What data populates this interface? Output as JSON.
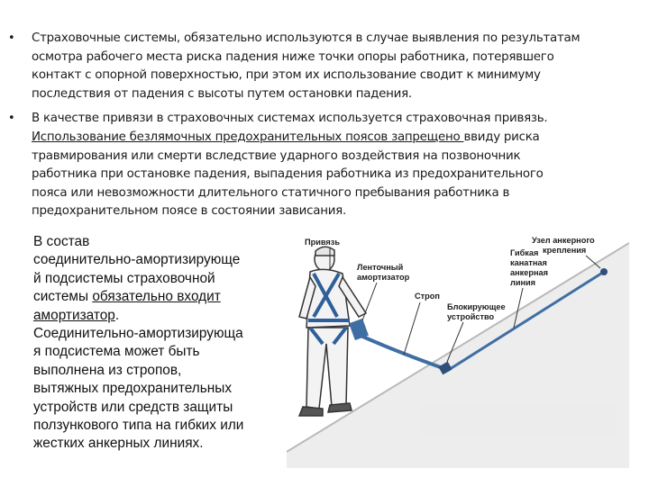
{
  "bullets": [
    {
      "lines": [
        "Страховочные системы, обязательно используются в случае выявления по результатам",
        "осмотра рабочего места риска падения ниже точки опоры работника, потерявшего",
        "контакт с опорной поверхностью, при этом их использование сводит к минимуму",
        "последствия от падения с высоты путем остановки падения."
      ]
    },
    {
      "line1": "В качестве привязи в страховочных системах используется страховочная привязь.",
      "underlined": "Использование безлямочных предохранительных поясов запрещено ",
      "line2_rest": "ввиду риска",
      "lines": [
        "травмирования или смерти вследствие ударного воздействия на позвоночник",
        "работника при остановке падения, выпадения работника из предохранительного",
        "пояса или невозможности длительного статичного пребывания работника в",
        "предохранительном поясе в состоянии зависания."
      ]
    }
  ],
  "left_block": {
    "lines_before": [
      "В состав",
      "соединительно-амортизирующе",
      "й подсистемы страховочной"
    ],
    "line_mixed_prefix": "системы ",
    "underlined_1": "обязательно входит",
    "underlined_2": "амортизатор",
    "after_underlined": ".",
    "lines_after": [
      "Соединительно-амортизирующа",
      "я подсистема может быть",
      "выполнена из стропов,",
      "вытяжных предохранительных",
      "устройств или средств защиты",
      "ползункового типа на гибких или",
      "жестких анкерных линиях."
    ]
  },
  "figure": {
    "labels": {
      "harness": "Привязь",
      "tape_absorber_1": "Ленточный",
      "tape_absorber_2": "амортизатор",
      "lanyard": "Строп",
      "flex_line_1": "Гибкая",
      "flex_line_2": "канатная",
      "flex_line_3": "анкерная",
      "flex_line_4": "линия",
      "anchor_1": "Узел анкерного",
      "anchor_2": "крепления",
      "blocking_1": "Блокирующее",
      "blocking_2": "устройство"
    },
    "colors": {
      "line": "#3f6ea3",
      "strap": "#2f5f9a",
      "slope": "#b9b9b9",
      "figure_fill": "#f3f3f3",
      "figure_stroke": "#333333"
    }
  }
}
